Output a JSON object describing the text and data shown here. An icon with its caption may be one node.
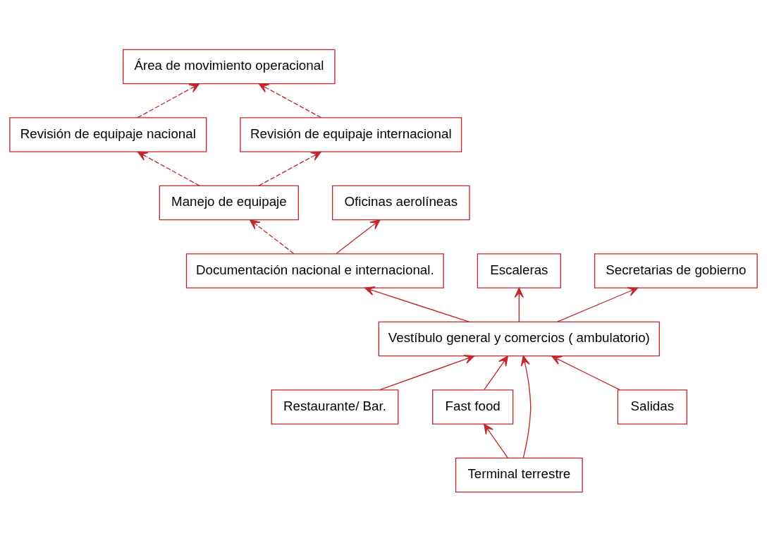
{
  "diagram": {
    "nodes": [
      {
        "text": [
          "Área de movimiento operacional"
        ]
      },
      {
        "text": [
          "Revisión de equipaje nacional"
        ]
      },
      {
        "text": [
          "Manejo de equipaje"
        ]
      },
      {
        "text": [
          "Revisión de equipaje internacional"
        ]
      },
      {
        "text": [
          "Documentación nacional e internacional."
        ]
      },
      {
        "text": [
          "Oficinas aerolíneas"
        ]
      },
      {
        "text": [
          "Restaurante/ Bar."
        ]
      },
      {
        "text": [
          "Escaleras"
        ]
      },
      {
        "text": [
          "Fast food"
        ]
      },
      {
        "text": [
          "Vestíbulo general y comercios ( ambulatorio)"
        ]
      },
      {
        "text": [
          "Secretarias de gobierno"
        ]
      },
      {
        "text": [
          "Terminal terrestre"
        ]
      },
      {
        "text": [
          "Salidas"
        ]
      }
    ],
    "edges": [
      {
        "from": 1,
        "to": 0,
        "arrow": "to",
        "style": "dashed"
      },
      {
        "from": 3,
        "to": 0,
        "arrow": "to",
        "style": "dashed"
      },
      {
        "from": 2,
        "to": 1,
        "arrow": "to",
        "style": "dashed"
      },
      {
        "from": 2,
        "to": 3,
        "arrow": "to",
        "style": "dashed"
      },
      {
        "from": 4,
        "to": 2,
        "arrow": "to",
        "style": "dashed"
      },
      {
        "from": 4,
        "to": 5,
        "arrow": "to"
      },
      {
        "from": 9,
        "to": 7,
        "arrow": "to"
      },
      {
        "from": 9,
        "to": 4,
        "arrow": "to"
      },
      {
        "from": 6,
        "to": 9,
        "arrow": "to"
      },
      {
        "from": 8,
        "to": 9,
        "arrow": "to"
      },
      {
        "from": 11,
        "to": 9,
        "arrow": "to"
      },
      {
        "from": 11,
        "to": 8,
        "arrow": "to"
      },
      {
        "from": 9,
        "to": 10,
        "arrow": "to"
      },
      {
        "from": 12,
        "to": 9,
        "arrow": "to"
      }
    ]
  }
}
